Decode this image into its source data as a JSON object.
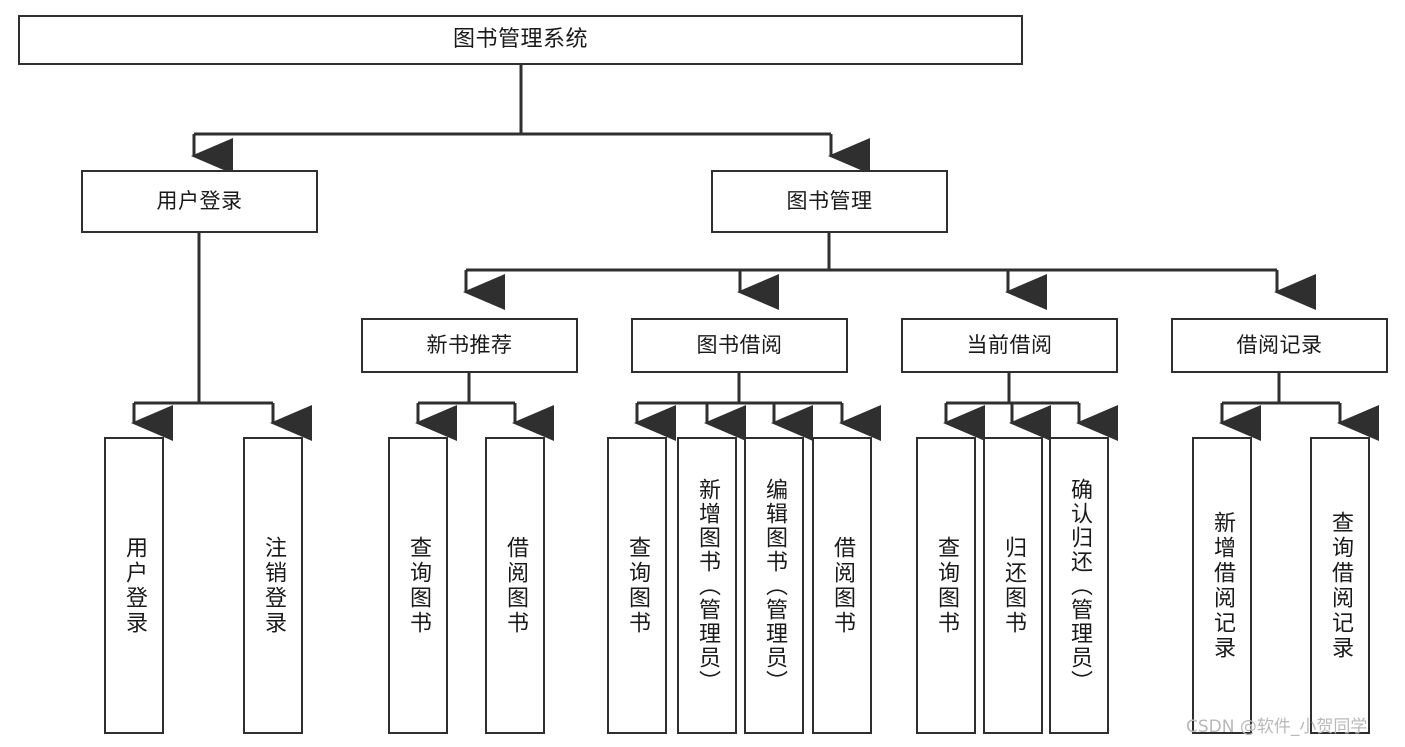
{
  "diagram": {
    "title": "图书管理系统",
    "type": "tree-hierarchy-diagram",
    "colors": {
      "box_border": "#2f2f2f",
      "box_fill": "#ffffff",
      "connector": "#2f2f2f",
      "text": "#1a1a1a",
      "watermark": "#b9b9b9",
      "background": "#ffffff"
    }
  },
  "nodes": {
    "root": {
      "label": "图书管理系统"
    },
    "level2": [
      {
        "label": "用户登录"
      },
      {
        "label": "图书管理"
      }
    ],
    "level3": [
      {
        "label": "新书推荐"
      },
      {
        "label": "图书借阅"
      },
      {
        "label": "当前借阅"
      },
      {
        "label": "借阅记录"
      }
    ],
    "leaves": {
      "user_login": [
        {
          "label": "用户登录"
        },
        {
          "label": "注销登录"
        }
      ],
      "new_book_recommend": [
        {
          "label": "查询图书"
        },
        {
          "label": "借阅图书"
        }
      ],
      "book_borrow": [
        {
          "label": "查询图书"
        },
        {
          "label": "新增图书（管理员）"
        },
        {
          "label": "编辑图书（管理员）"
        },
        {
          "label": "借阅图书"
        }
      ],
      "current_borrow": [
        {
          "label": "查询图书"
        },
        {
          "label": "归还图书"
        },
        {
          "label": "确认归还（管理员）"
        }
      ],
      "borrow_record": [
        {
          "label": "新增借阅记录"
        },
        {
          "label": "查询借阅记录"
        }
      ]
    }
  },
  "watermark": {
    "text": "CSDN @软件_小贺同学"
  }
}
